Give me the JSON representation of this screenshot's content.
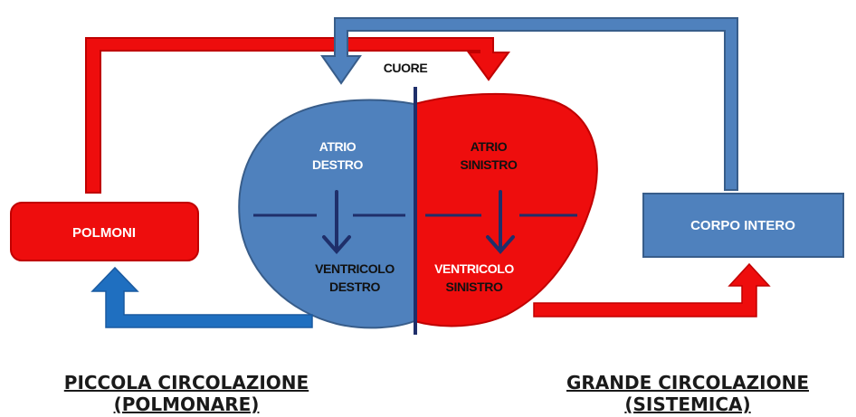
{
  "heart": {
    "title": "CUORE",
    "right_atrium": [
      "ATRIO",
      "DESTRO"
    ],
    "left_atrium": [
      "ATRIO",
      "SINISTRO"
    ],
    "right_ventricle": [
      "VENTRICOLO",
      "DESTRO"
    ],
    "left_ventricle": [
      "VENTRICOLO",
      "SINISTRO"
    ]
  },
  "boxes": {
    "lungs": "POLMONI",
    "body": "CORPO INTERO"
  },
  "captions": {
    "pulmonary": [
      "PICCOLA CIRCOLAZIONE",
      "(POLMONARE)"
    ],
    "systemic": [
      "GRANDE CIRCOLAZIONE",
      "(SISTEMICA)"
    ]
  },
  "colors": {
    "oxygenated": "#ee0d0d",
    "deoxygenated": "#4f81bd",
    "blue_arrow_dark": "#1f6fc0",
    "divider": "#1f2f6a",
    "outline_red": "#c00000",
    "outline_blue": "#385d8a"
  }
}
